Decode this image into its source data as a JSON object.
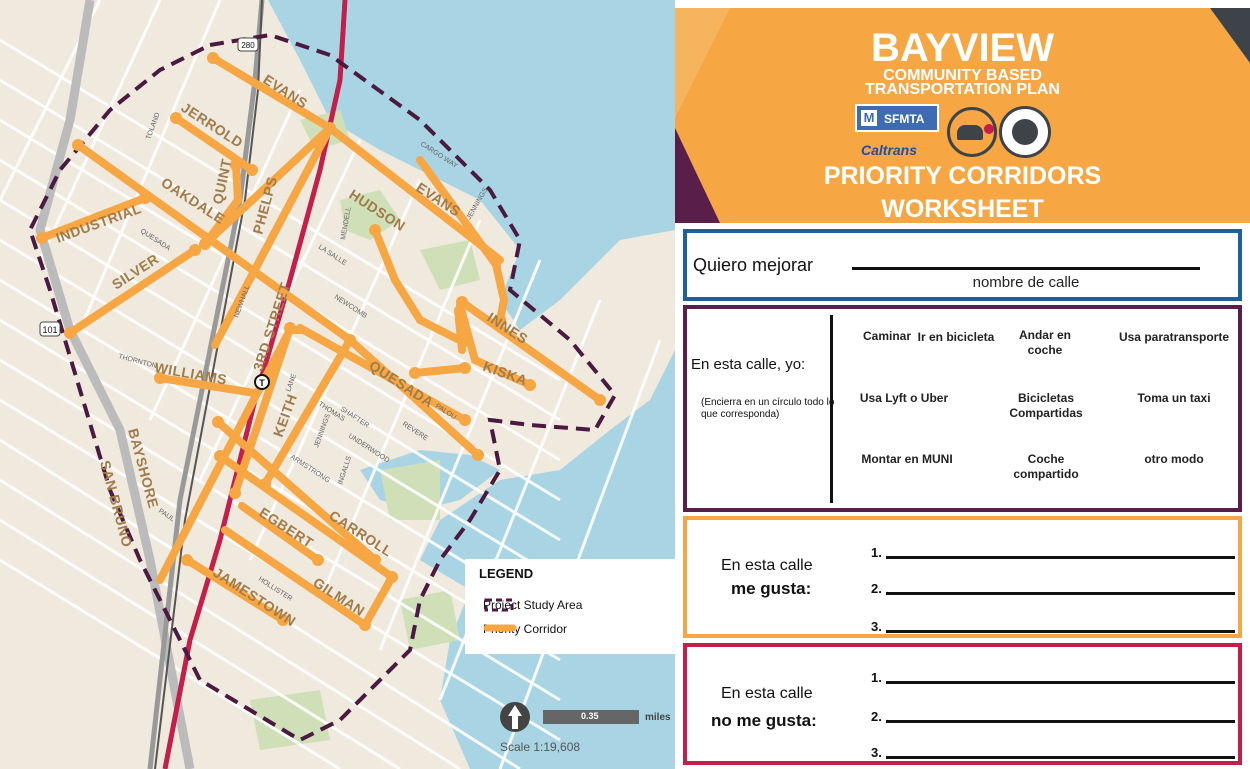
{
  "map": {
    "street_labels": {
      "evans_north": "EVANS",
      "jerrold": "JERROLD",
      "toland": "TOLAND",
      "quint": "QUINT",
      "phelps": "PHELPS",
      "oakdale": "OAKDALE",
      "industrial": "INDUSTRIAL",
      "quesada_small": "QUESADA",
      "silver": "SILVER",
      "evans_east": "EVANS",
      "hudson": "HUDSON",
      "cargo_way": "CARGO WAY",
      "jennings_ne": "JENNINGS",
      "mendell": "MENDELL",
      "la_salle": "LA SALLE",
      "newcomb": "NEWCOMB",
      "newhall": "NEWHALL",
      "third_street": "3RD STREET",
      "innes": "INNES",
      "kiska": "KISKA",
      "thornton": "THORNTON",
      "williams": "WILLIAMS",
      "lane": "LANE",
      "shafter": "SHAFTER",
      "thomas": "THOMAS",
      "quesada": "QUESADA",
      "palou": "PALOU",
      "revere": "REVERE",
      "keith": "KEITH",
      "jennings": "JENNINGS",
      "underwood": "UNDERWOOD",
      "armstrong": "ARMSTRONG",
      "ingalls": "INGALLS",
      "bayshore": "BAYSHORE",
      "san_bruno": "SAN BRUNO",
      "paul": "PAUL",
      "egbert": "EGBERT",
      "carroll": "CARROLL",
      "hollister": "HOLLISTER",
      "gilman": "GILMAN",
      "jamestown": "JAMESTOWN",
      "route_101": "101",
      "route_280": "280"
    },
    "legend": {
      "title": "LEGEND",
      "study_area": "Project Study Area",
      "priority": "Priority Corridor"
    },
    "scale": {
      "value": "0.35",
      "unit": "miles",
      "ratio": "Scale 1:19,608"
    }
  },
  "worksheet": {
    "title_line1": "BAYVIEW",
    "title_line2": "COMMUNITY BASED",
    "title_line3": "TRANSPORTATION PLAN",
    "sfmta": "SFMTA",
    "caltrans": "Caltrans",
    "heading1": "PRIORITY CORRIDORS",
    "heading2": "WORKSHEET",
    "improve_label": "Quiero mejorar",
    "street_name_hint": "nombre de calle",
    "modes_label": "En esta calle, yo:",
    "modes_hint": "(Encierra en un círculo todo lo que corresponda)",
    "modes": {
      "walk": "Caminar",
      "bike": "Ir en bicicleta",
      "drive": "Andar en coche",
      "paratransit": "Usa paratransporte",
      "lyft": "Usa Lyft o Uber",
      "bikeshare": "Bicicletas Compartidas",
      "taxi": "Toma un taxi",
      "muni": "Montar en MUNI",
      "carshare": "Coche compartido",
      "other": "otro modo"
    },
    "likes_line1": "En esta calle",
    "likes_line2": "me gusta:",
    "dislikes_line1": "En esta calle",
    "dislikes_line2": "no me gusta:",
    "n1": "1.",
    "n2": "2.",
    "n3": "3."
  },
  "colors": {
    "orange": "#f6a744",
    "blue": "#1d5f9f",
    "purple": "#5a1e4a",
    "crimson": "#c41e4a",
    "water": "#a8d4e4",
    "land": "#efe9de"
  }
}
